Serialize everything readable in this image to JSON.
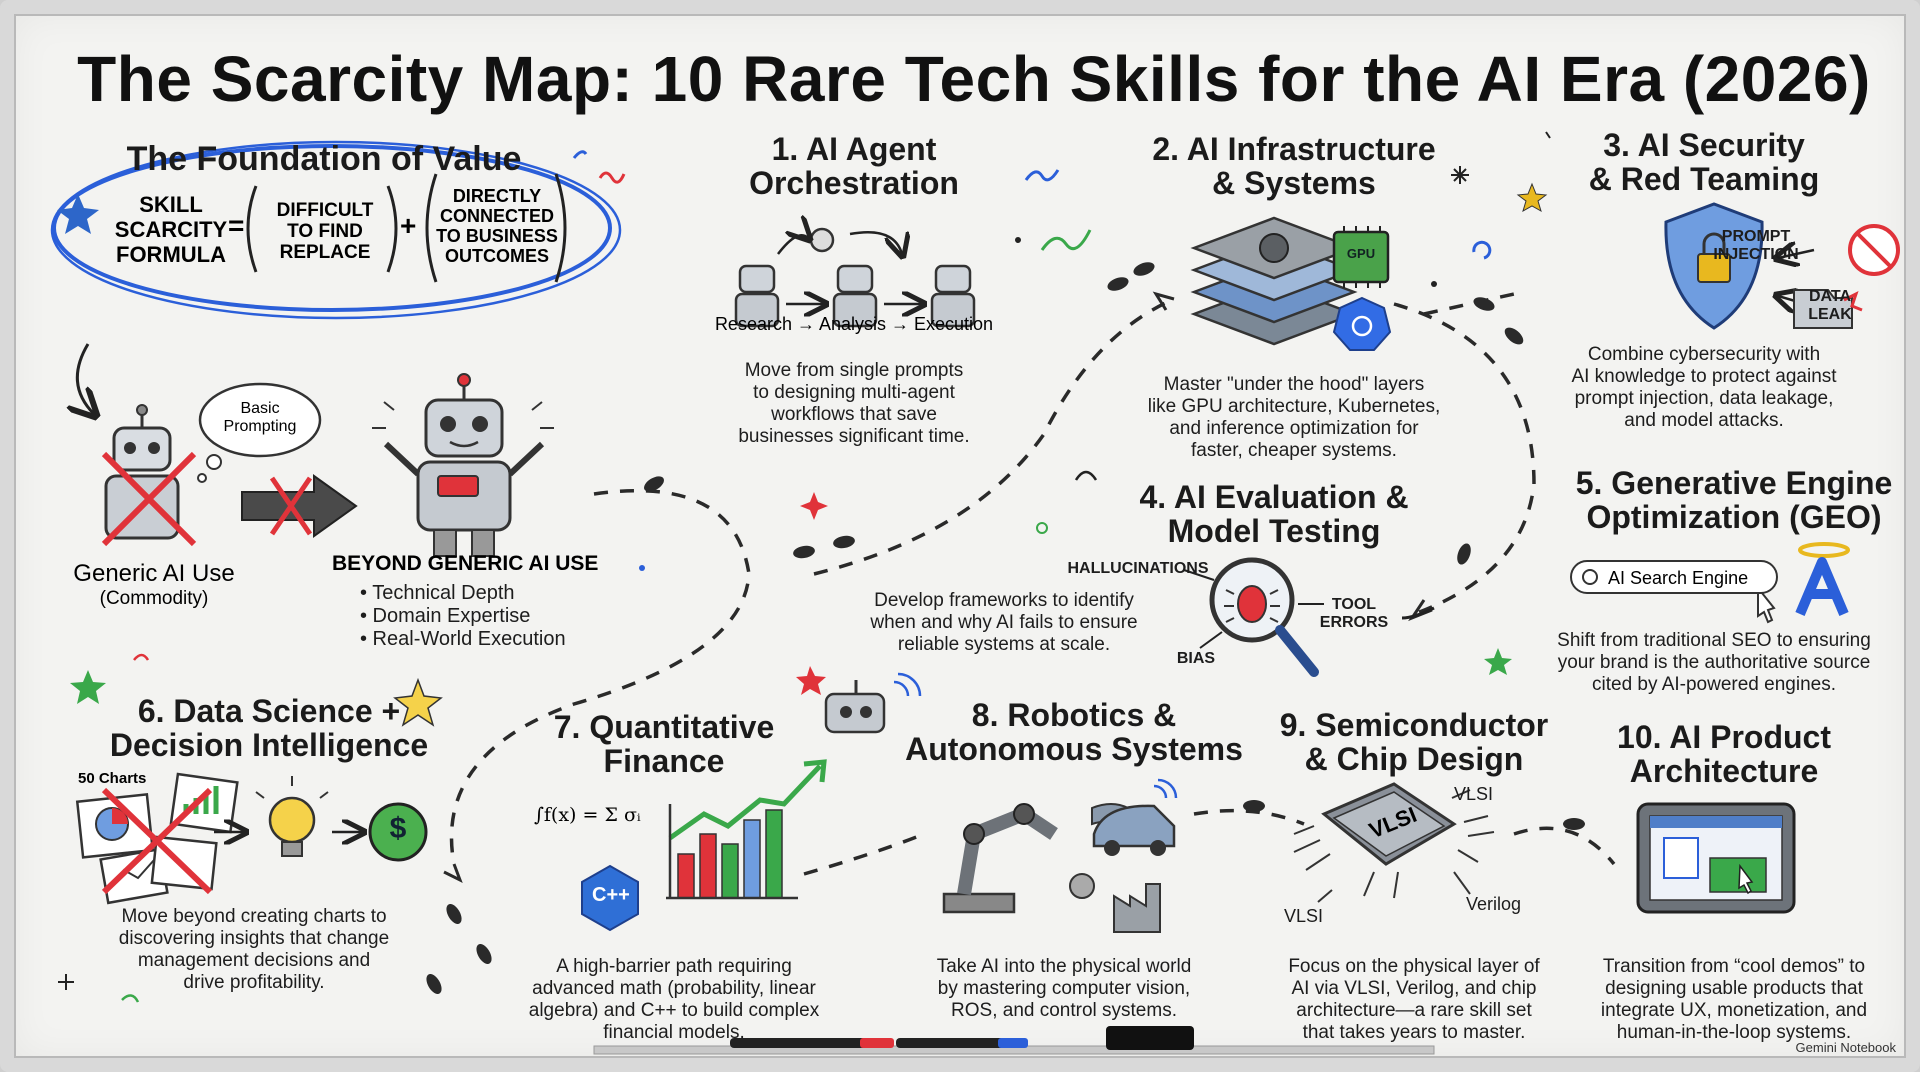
{
  "title": "The Scarcity Map: 10 Rare Tech Skills for the AI Era (2026)",
  "foundation": {
    "heading": "The Foundation of Value",
    "formula": {
      "left": [
        "SKILL",
        "SCARCITY",
        "FORMULA"
      ],
      "operator_eq": "=",
      "term1": [
        "DIFFICULT",
        "TO FIND",
        "REPLACE"
      ],
      "operator_plus": "+",
      "term2": [
        "DIRECTLY",
        "CONNECTED",
        "TO BUSINESS",
        "OUTCOMES"
      ]
    },
    "bubble": [
      "Basic",
      "Prompting"
    ],
    "generic_label": "Generic AI Use",
    "generic_sub": "(Commodity)",
    "beyond_heading": "BEYOND GENERIC AI USE",
    "beyond_items": [
      "• Technical Depth",
      "• Domain Expertise",
      "• Real-World Execution"
    ]
  },
  "skills": [
    {
      "heading": [
        "1. AI Agent",
        "Orchestration"
      ],
      "flow": "Research → Analysis → Execution",
      "desc": [
        "Move from single prompts",
        "to designing multi-agent",
        "workflows that save",
        "businesses significant time."
      ]
    },
    {
      "heading": [
        "2. AI Infrastructure",
        "& Systems"
      ],
      "chip_label": "GPU",
      "desc": [
        "Master \"under the hood\" layers",
        "like GPU architecture, Kubernetes,",
        "and inference optimization for",
        "faster, cheaper systems."
      ]
    },
    {
      "heading": [
        "3. AI Security",
        "& Red Teaming"
      ],
      "labels": [
        "PROMPT",
        "INJECTION",
        "DATA",
        "LEAK"
      ],
      "desc": [
        "Combine cybersecurity with",
        "AI knowledge to protect against",
        "prompt injection, data leakage,",
        "and model attacks."
      ]
    },
    {
      "heading": [
        "4. AI Evaluation &",
        "Model Testing"
      ],
      "labels": [
        "HALLUCINATIONS",
        "TOOL",
        "ERRORS",
        "BIAS"
      ],
      "desc": [
        "Develop frameworks to identify",
        "when and why AI fails to ensure",
        "reliable systems at scale."
      ]
    },
    {
      "heading": [
        "5. Generative Engine",
        "Optimization (GEO)"
      ],
      "search_text": "AI Search Engine",
      "desc": [
        "Shift from traditional SEO to ensuring",
        "your brand is the authoritative source",
        "cited by AI-powered engines."
      ]
    },
    {
      "heading": [
        "6. Data Science +",
        "Decision Intelligence"
      ],
      "chart_label": "50 Charts",
      "desc": [
        "Move beyond creating charts to",
        "discovering insights that change",
        "management decisions and",
        "drive profitability."
      ]
    },
    {
      "heading": [
        "7. Quantitative",
        "Finance"
      ],
      "formula": "∫f(x) = Σ σᵢ",
      "desc": [
        "A high-barrier path requiring",
        "advanced math (probability, linear",
        "algebra) and C++ to build complex",
        "financial models."
      ]
    },
    {
      "heading": [
        "8. Robotics &",
        "Autonomous Systems"
      ],
      "desc": [
        "Take AI into the physical world",
        "by mastering computer vision,",
        "ROS, and control systems."
      ]
    },
    {
      "heading": [
        "9. Semiconductor",
        "& Chip Design"
      ],
      "chip_text": "VLSI",
      "labels": [
        "VLSI",
        "VLSI",
        "Verilog"
      ],
      "desc": [
        "Focus on the physical layer of",
        "AI via VLSI, Verilog, and chip",
        "architecture—a rare skill set",
        "that takes years to master."
      ]
    },
    {
      "heading": [
        "10. AI Product",
        "Architecture"
      ],
      "desc": [
        "Transition from “cool demos” to",
        "designing usable products that",
        "integrate UX, monetization, and",
        "human-in-the-loop systems."
      ]
    }
  ],
  "watermark": "Gemini Notebook",
  "colors": {
    "accent_blue": "#2b5fd9",
    "red_x": "#e0333a",
    "green": "#3aa84a",
    "gold": "#e8b81f"
  }
}
